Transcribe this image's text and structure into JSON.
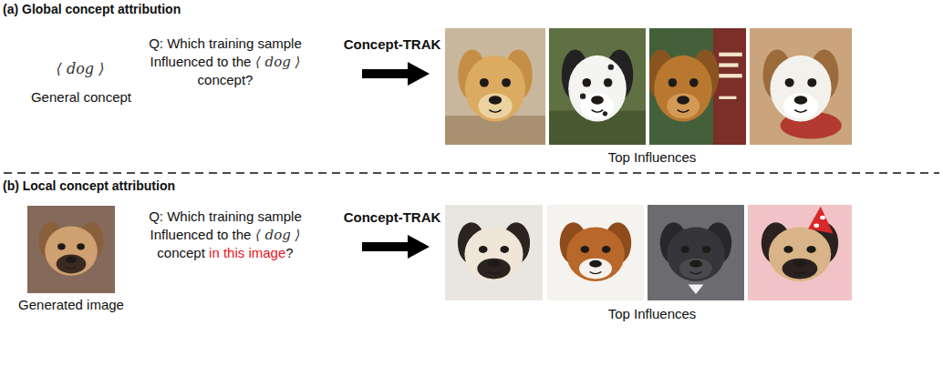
{
  "diagram": {
    "labels": [
      "(a) Global concept attribution",
      "⟨ dog ⟩",
      "General concept",
      "Q: Which training sample Influenced to the",
      "⟨ dog ⟩",
      "concept?",
      "Concept-TRAK",
      "Top Influences",
      "(b) Local concept attribution",
      "Generated image",
      "Q: Which training sample Influenced to the",
      "⟨ dog ⟩",
      "concept",
      "in this image",
      "?",
      "Concept-TRAK",
      "Top Influences"
    ]
  }
}
